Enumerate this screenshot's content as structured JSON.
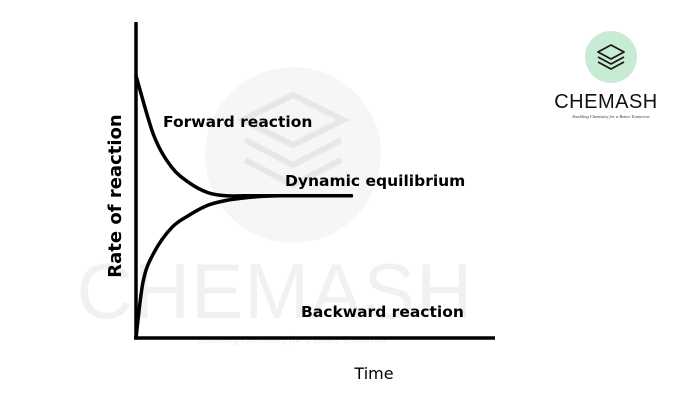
{
  "chart_data": {
    "type": "line",
    "xlabel": "Time",
    "ylabel": "Rate of reaction",
    "xlim": [
      0,
      100
    ],
    "ylim": [
      0,
      100
    ],
    "grid": false,
    "annotations": [
      {
        "id": "forward",
        "text": "Forward reaction"
      },
      {
        "id": "equilibrium",
        "text": "Dynamic equilibrium"
      },
      {
        "id": "backward",
        "text": "Backward reaction"
      }
    ],
    "series": [
      {
        "x": [
          0,
          5,
          10,
          15,
          20,
          25,
          30,
          35,
          40,
          45,
          50,
          55,
          60,
          70,
          80,
          90,
          100
        ],
        "values": [
          83,
          64,
          54,
          49,
          46,
          45,
          45,
          45,
          45,
          45,
          45,
          45,
          45,
          null,
          null,
          null,
          null
        ]
      },
      {
        "x": [
          0,
          2,
          5,
          10,
          15,
          20,
          25,
          30,
          35,
          40,
          45,
          50,
          55,
          60
        ],
        "values": [
          0,
          18,
          27,
          35,
          39,
          42,
          43.5,
          44.3,
          44.8,
          45,
          45,
          45,
          45,
          45
        ]
      }
    ]
  },
  "watermark": {
    "text": "CHEMASH",
    "tagline": "Enabling Chemistry for a Better Tomorrow"
  },
  "logo": {
    "name": "CHEMASH",
    "tagline": "Enabling Chemistry for a Better Tomorrow",
    "badge_color": "#c8ecd3",
    "icon": "stacked-layers-icon"
  },
  "colors": {
    "ink": "#000000",
    "background": "#ffffff"
  }
}
